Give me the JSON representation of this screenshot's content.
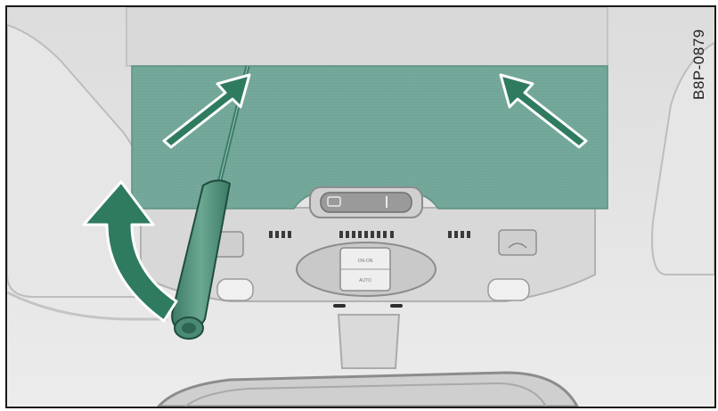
{
  "figure": {
    "code": "B8P-0879"
  },
  "console": {
    "button_top_label": "ON-ON",
    "button_bottom_label": "AUTO"
  },
  "colors": {
    "highlight": "#6fa79a",
    "arrow": "#2c7a5f",
    "screwdriver": "#4f8c78",
    "headliner": "#e3e3e3",
    "console": "#d6d6d6"
  },
  "icons": {
    "arrow_left": "diagonal-arrow-up-right",
    "arrow_right": "diagonal-arrow-up-left",
    "curved_arrow": "curved-arrow-up-right",
    "tool": "screwdriver"
  }
}
